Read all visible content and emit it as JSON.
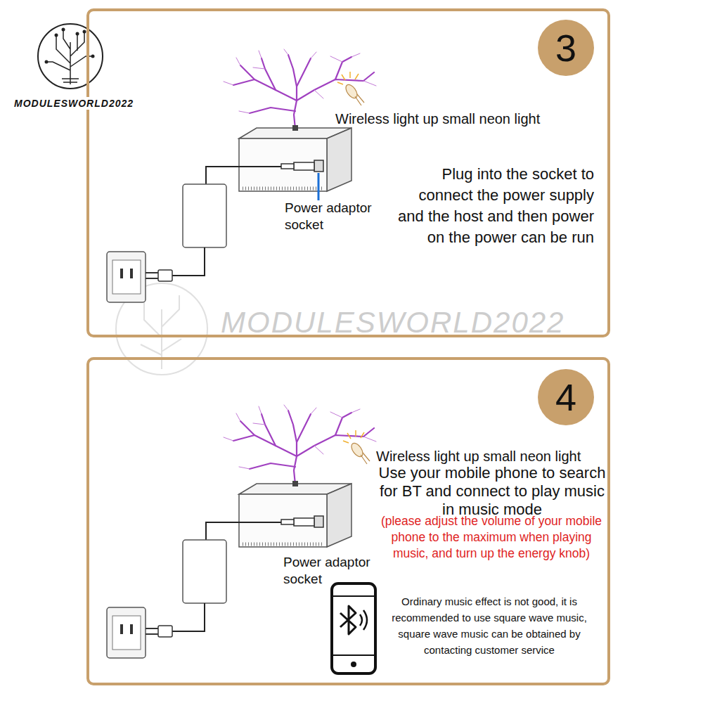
{
  "diagram": {
    "nodes": [
      {
        "text": [
          "Wireless light up small neon light",
          "Plug into the socket to connect the power supply and the host and then power on the power can be run",
          "Power adaptor socket"
        ]
      },
      {
        "text": [
          "3"
        ],
        "in": 0
      },
      {
        "text": [
          "Wireless light up small neon light",
          "Use your mobile phone to search for BT and connect to play music in music mode",
          "(please adjust the volume of your mobile phone to the maximum when playing music, and turn up the energy knob)",
          "Power adaptor socket",
          "Ordinary music effect is not good, it is recommended to use square wave music, square wave music can be obtained by contacting customer service"
        ]
      },
      {
        "text": [
          "4"
        ],
        "in": 2
      }
    ],
    "labels": [
      "MODULESWORLD2022",
      "MODULESWORLD2022"
    ]
  }
}
